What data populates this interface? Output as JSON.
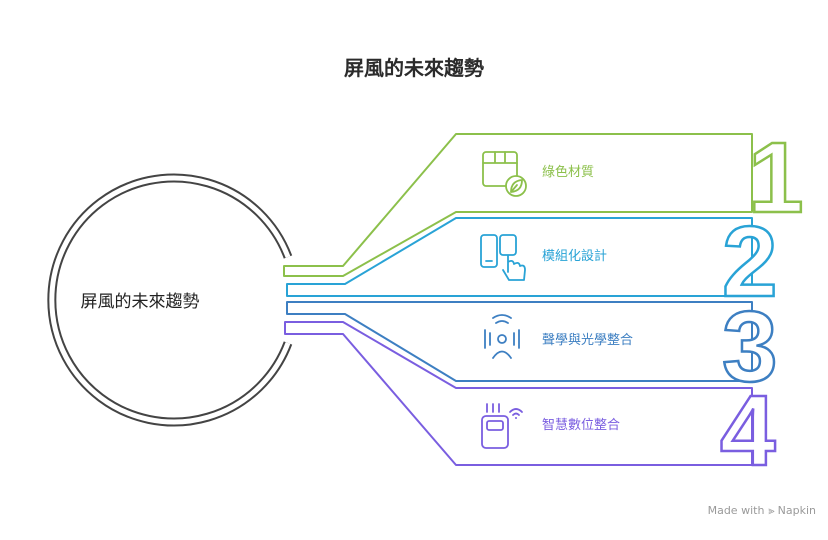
{
  "title": "屏風的未來趨勢",
  "hub": {
    "label": "屏風的未來趨勢"
  },
  "items": [
    {
      "number": "1",
      "label": "綠色材質",
      "color": "#8cc04b",
      "icon": "box-leaf-icon"
    },
    {
      "number": "2",
      "label": "模組化設計",
      "color": "#29a3d6",
      "icon": "modular-devices-hand-icon"
    },
    {
      "number": "3",
      "label": "聲學與光學整合",
      "color": "#3d7fc2",
      "icon": "person-soundwaves-icon"
    },
    {
      "number": "4",
      "label": "智慧數位整合",
      "color": "#7a5ee0",
      "icon": "smart-device-wifi-icon"
    }
  ],
  "footer": {
    "made_with": "Made with",
    "brand": "Napkin"
  }
}
